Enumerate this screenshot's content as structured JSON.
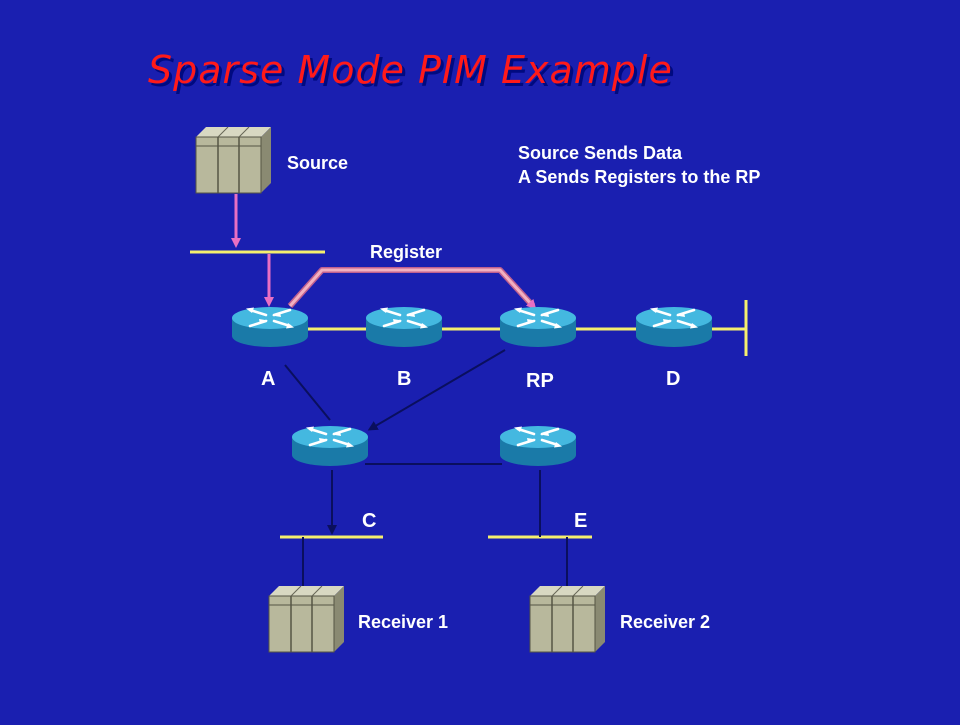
{
  "title": "Sparse Mode PIM Example",
  "notes": [
    "Source Sends Data",
    "A Sends Registers to the RP"
  ],
  "source_label": "Source",
  "register_label": "Register",
  "routers": {
    "A": "A",
    "B": "B",
    "RP": "RP",
    "D": "D",
    "C": "C",
    "E": "E"
  },
  "receivers": [
    "Receiver 1",
    "Receiver 2"
  ],
  "colors": {
    "background": "#1a1fb0",
    "title": "#ff1a1a",
    "segment": "#f5ef6e",
    "data_arrow": "#e86fc3",
    "register_path": "#f0a0b4",
    "link": "#0a0f5e",
    "router": "#2aa3d0"
  },
  "icons": {
    "router": "router-icon",
    "host": "server-icon"
  }
}
